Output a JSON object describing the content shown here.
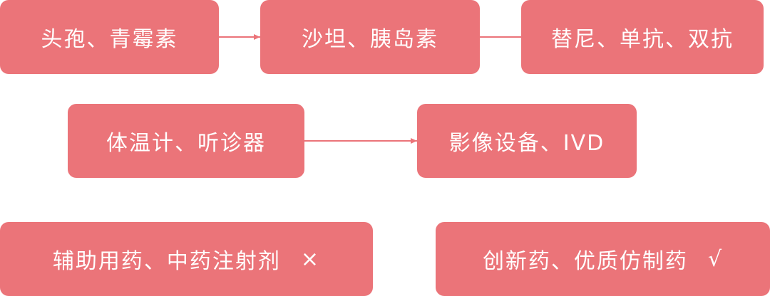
{
  "row1": {
    "box1": "头孢、青霉素",
    "box2": "沙坦、胰岛素",
    "box3": "替尼、单抗、双抗"
  },
  "row2": {
    "box1": "体温计、听诊器",
    "box2": "影像设备、IVD"
  },
  "row3": {
    "left": {
      "text": "辅助用药、中药注射剂",
      "mark": "×"
    },
    "right": {
      "text": "创新药、优质仿制药",
      "mark": "√"
    }
  },
  "colors": {
    "box_fill": "#eb7479",
    "text": "#ffffff",
    "connector": "#eb7479"
  }
}
